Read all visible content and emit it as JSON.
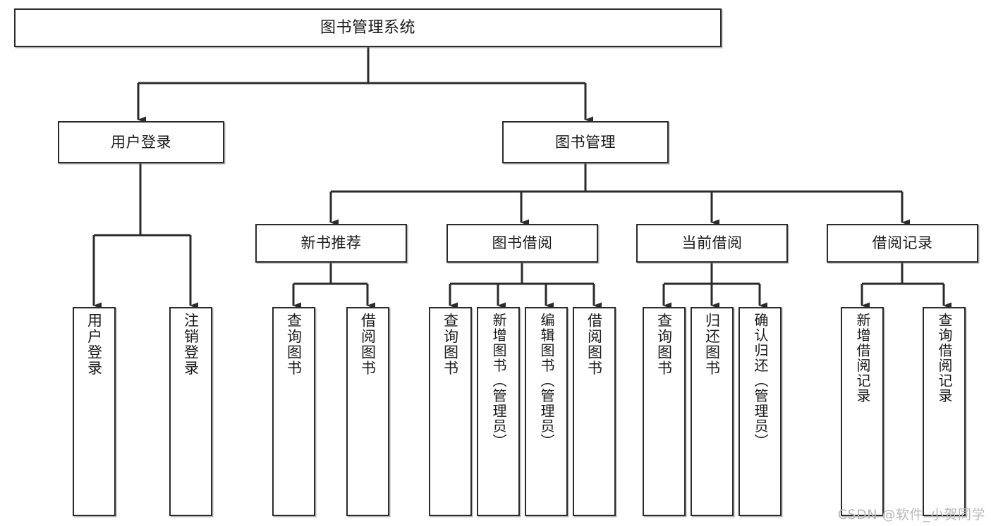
{
  "diagram": {
    "type": "tree-hierarchy",
    "title": "图书管理系统",
    "root": {
      "label": "图书管理系统"
    },
    "level2": [
      {
        "id": "user-login",
        "label": "用户登录"
      },
      {
        "id": "book-manage",
        "label": "图书管理"
      }
    ],
    "level3": [
      {
        "id": "new-book-recommend",
        "label": "新书推荐"
      },
      {
        "id": "book-borrow",
        "label": "图书借阅"
      },
      {
        "id": "current-borrow",
        "label": "当前借阅"
      },
      {
        "id": "borrow-record",
        "label": "借阅记录"
      }
    ],
    "leaves": {
      "user_login": [
        {
          "id": "leaf-user-login",
          "label": "用户登录"
        },
        {
          "id": "leaf-logout",
          "label": "注销登录"
        }
      ],
      "new_book_recommend": [
        {
          "id": "leaf-query-book-1",
          "label": "查询图书"
        },
        {
          "id": "leaf-borrow-book-1",
          "label": "借阅图书"
        }
      ],
      "book_borrow": [
        {
          "id": "leaf-query-book-2",
          "label": "查询图书"
        },
        {
          "id": "leaf-add-book",
          "label": "新增图书（管理员）"
        },
        {
          "id": "leaf-edit-book",
          "label": "编辑图书（管理员）"
        },
        {
          "id": "leaf-borrow-book-2",
          "label": "借阅图书"
        }
      ],
      "current_borrow": [
        {
          "id": "leaf-query-book-3",
          "label": "查询图书"
        },
        {
          "id": "leaf-return-book",
          "label": "归还图书"
        },
        {
          "id": "leaf-confirm-return",
          "label": "确认归还（管理员）"
        }
      ],
      "borrow_record": [
        {
          "id": "leaf-add-record",
          "label": "新增借阅记录"
        },
        {
          "id": "leaf-query-record",
          "label": "查询借阅记录"
        }
      ]
    },
    "colors": {
      "box_border": "#2b2b2b",
      "box_fill": "#ffffff",
      "connector": "#2b2b2b",
      "text": "#1a1a1a",
      "watermark": "#b9b9b9"
    }
  },
  "watermark": {
    "text": "CSDN @软件_小贺同学"
  }
}
